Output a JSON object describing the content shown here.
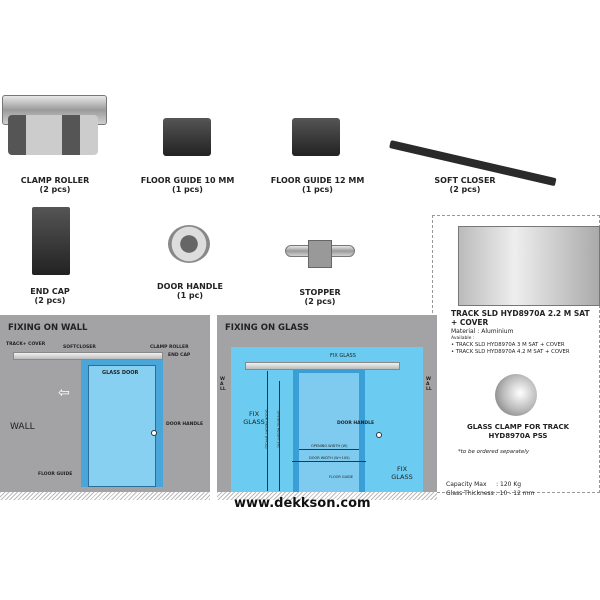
{
  "products": [
    {
      "name": "CLAMP ROLLER",
      "qty": "(2 pcs)"
    },
    {
      "name": "FLOOR GUIDE 10 MM",
      "qty": "(1 pcs)"
    },
    {
      "name": "FLOOR GUIDE 12 MM",
      "qty": "(1 pcs)"
    },
    {
      "name": "SOFT CLOSER",
      "qty": "(2 pcs)"
    },
    {
      "name": "END CAP",
      "qty": "(2 pcs)"
    },
    {
      "name": "DOOR HANDLE",
      "qty": "(1 pc)"
    },
    {
      "name": "STOPPER",
      "qty": "(2 pcs)"
    }
  ],
  "track": {
    "title": "TRACK SLD HYD8970A 2.2 M SAT + COVER",
    "material": "Material : Aluminium",
    "available_label": "Available :",
    "available": [
      "• TRACK SLD HYD8970A 3 M SAT + COVER",
      "• TRACK SLD HYD8970A 4.2 M SAT + COVER"
    ],
    "clamp_title": "GLASS CLAMP FOR TRACK HYD8970A PSS",
    "note": "*to be ordered separately"
  },
  "specs": {
    "capacity": "Capacity Max     : 120 Kg",
    "thickness": "Glass Thickness : 10 - 12 mm"
  },
  "wall_panel": {
    "title": "FIXING ON WALL",
    "track_cover": "TRACK+ COVER",
    "softcloser": "SOFTCLOSER",
    "clamp_roller": "CLAMP ROLLER",
    "end_cap": "END CAP",
    "glass_door": "GLASS DOOR",
    "door_handle": "DOOR HANDLE",
    "wall": "WALL",
    "floor_guide": "FLOOR GUIDE"
  },
  "glass_panel": {
    "title": "FIXING ON GLASS",
    "fix_glass_top": "FIX GLASS",
    "fix_glass_left": "FIX GLASS",
    "fix_glass_right": "FIX GLASS",
    "wall_left": "WALL",
    "wall_right": "WALL",
    "door_handle": "DOOR HANDLE",
    "opening_width": "OPENING WIDTH (W)",
    "door_width": "DOOR WIDTH (W+100)",
    "door_height": "DOOR HEIGHT (H+52)",
    "opening_height": "OPENING HEIGHT (H)",
    "floor_guide": "FLOOR GUIDE"
  },
  "website": "www.dekkson.com"
}
